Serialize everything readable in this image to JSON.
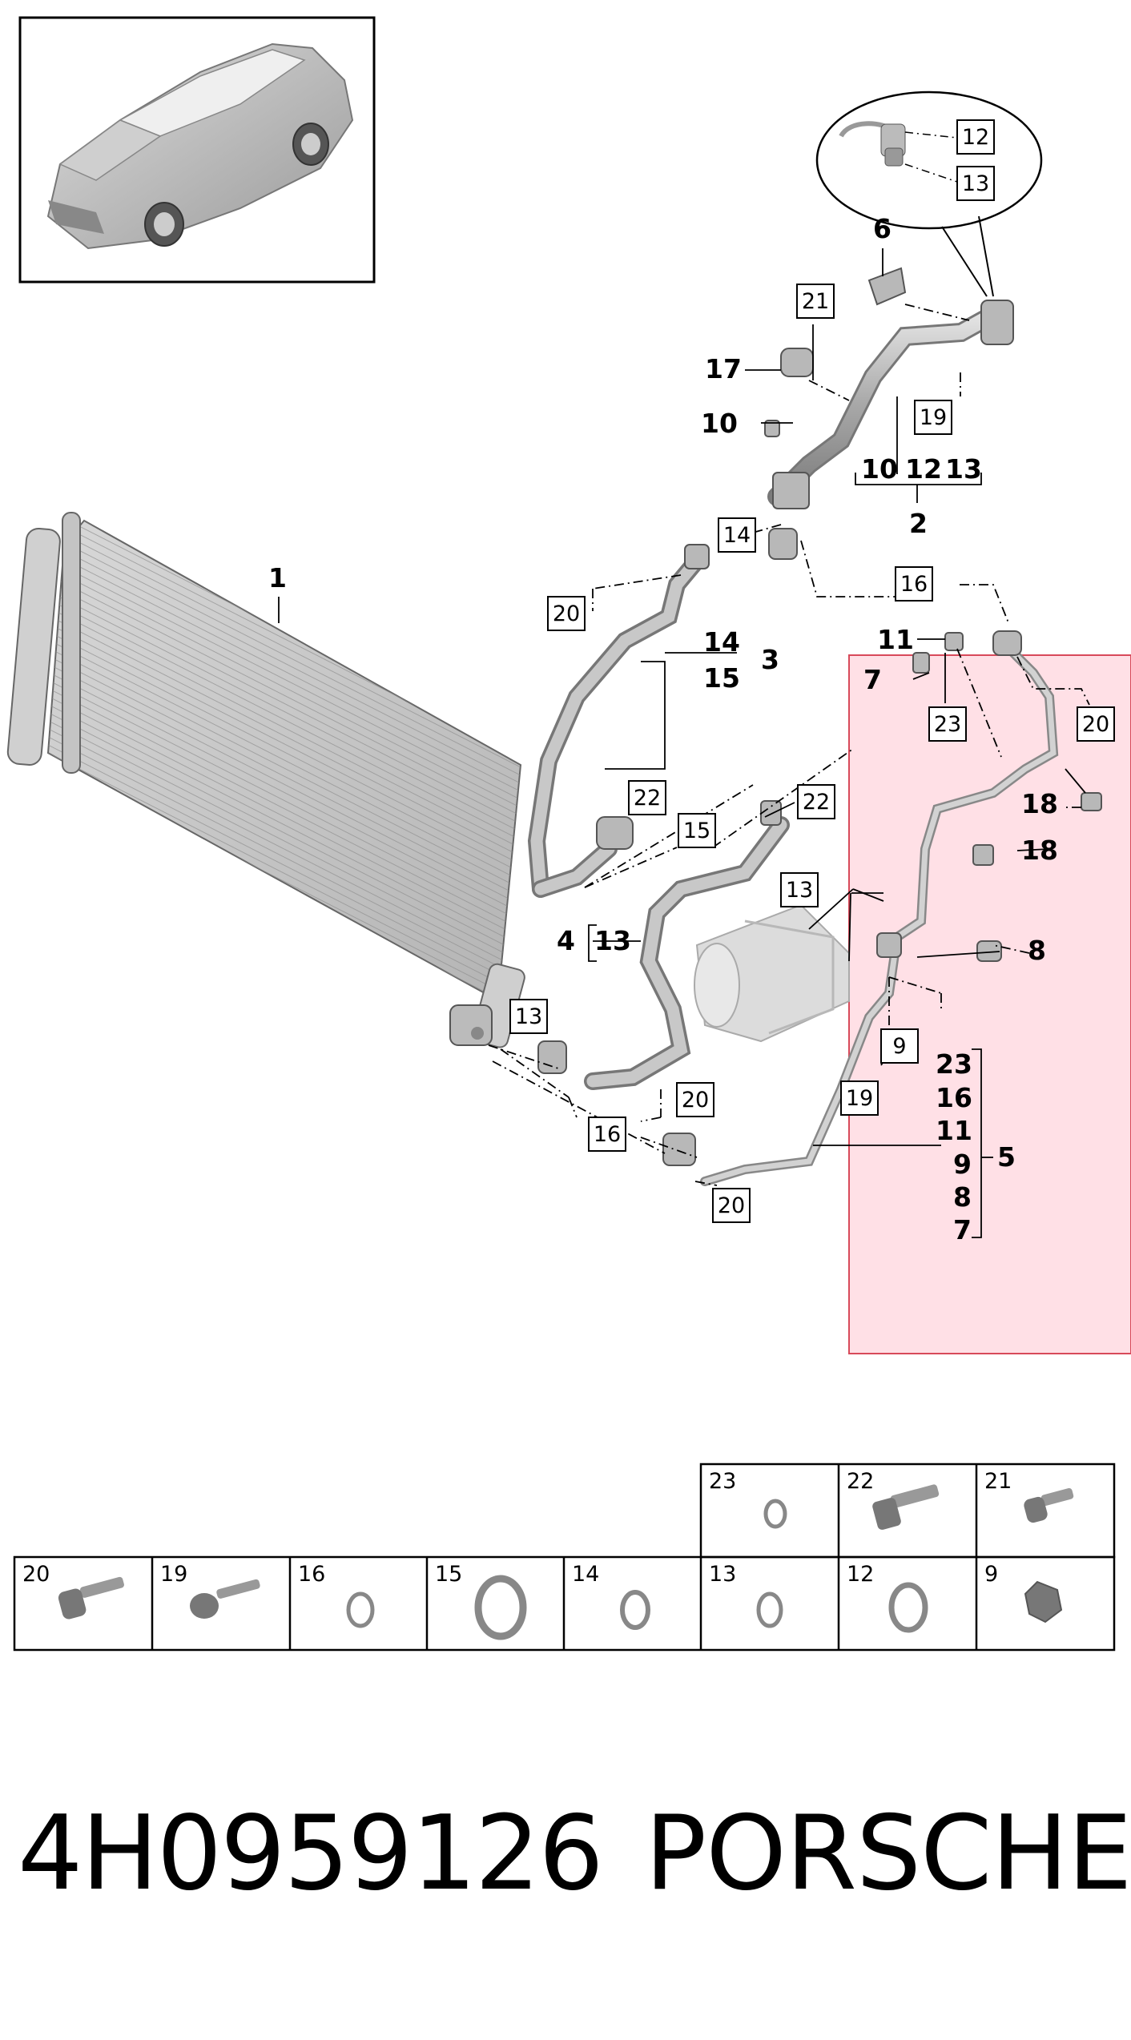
{
  "diagram": {
    "callouts": {
      "c1": "1",
      "c2": "2",
      "c3": "3",
      "c4": "4",
      "c5": "5",
      "c6": "6",
      "c7": "7",
      "c8": "8",
      "c10": "10",
      "c11": "11",
      "c17": "17",
      "c18a": "18",
      "c18b": "18",
      "g2_10": "10",
      "g2_12": "12",
      "g2_13": "13",
      "g3_14": "14",
      "g3_15": "15",
      "g4_13": "13",
      "g5_23": "23",
      "g5_16": "16",
      "g5_11": "11",
      "g5_9": "9",
      "g5_8": "8",
      "g5_7": "7"
    },
    "boxes": {
      "b12": "12",
      "b13top": "13",
      "b21": "21",
      "b19top": "19",
      "b14": "14",
      "b16top": "16",
      "b20left": "20",
      "b23": "23",
      "b20right": "20",
      "b22a": "22",
      "b22b": "22",
      "b15": "15",
      "b13mid": "13",
      "b13cond": "13",
      "b9": "9",
      "b19red": "19",
      "b20mid": "20",
      "b16low": "16",
      "b20low": "20"
    },
    "highlight_color": "#ffe0e6",
    "highlight_border": "#d84a5a"
  },
  "parts_table": {
    "top_row": [
      "23",
      "22",
      "21"
    ],
    "bottom_row": [
      "20",
      "19",
      "16",
      "15",
      "14",
      "13",
      "12",
      "9"
    ]
  },
  "footer": {
    "part_number": "4H0959126",
    "brand": "PORSCHE"
  }
}
